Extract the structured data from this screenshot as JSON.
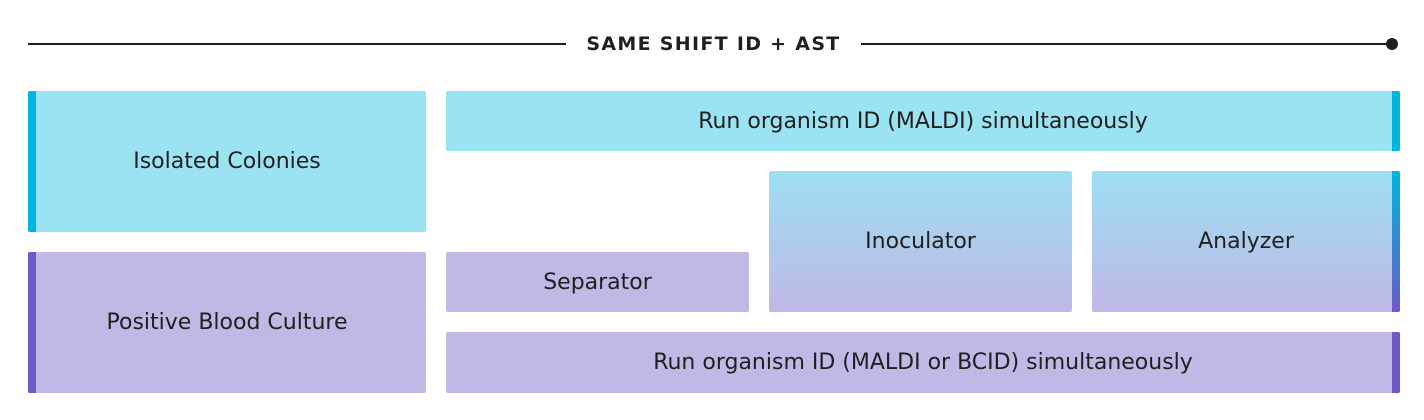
{
  "header": {
    "title": "SAME SHIFT ID + AST"
  },
  "left": {
    "isolated": "Isolated Colonies",
    "blood": "Positive Blood Culture"
  },
  "right": {
    "maldi_top": "Run organism ID (MALDI) simultaneously",
    "separator": "Separator",
    "inoculator": "Inoculator",
    "analyzer": "Analyzer",
    "maldi_bottom": "Run organism ID (MALDI or BCID) simultaneously"
  },
  "colors": {
    "cyan_fill": "#9be2f2",
    "cyan_accent": "#00b4e0",
    "purple_fill": "#c2b8e6",
    "purple_accent": "#6a5bc6",
    "line": "#1f1f1f"
  }
}
